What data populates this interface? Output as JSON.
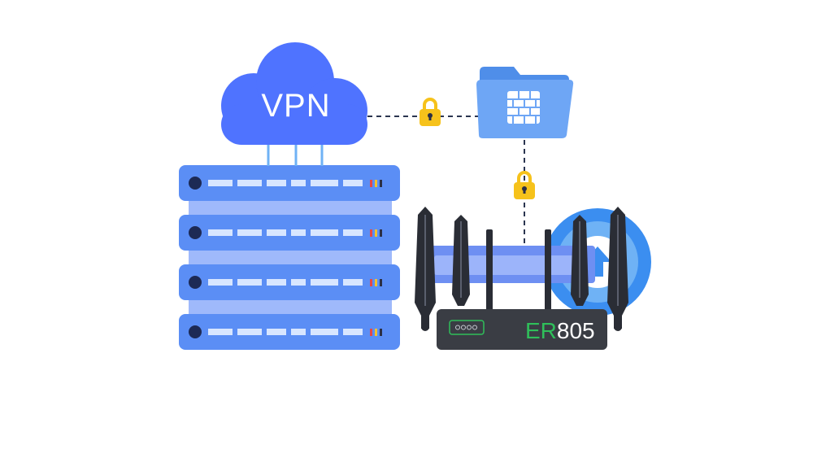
{
  "cloud": {
    "label": "VPN",
    "color": "#4f73ff"
  },
  "router": {
    "brand_prefix": "ER",
    "model_number": "805",
    "prefix_color": "#2fbf5a",
    "body_color": "#3a3d44",
    "antenna_color": "#2a2d35"
  },
  "server_stack": {
    "unit_count": 4,
    "unit_color": "#5b8ef5",
    "status_dot_colors": [
      "#e54848",
      "#f2c230",
      "#2b2f45"
    ]
  },
  "folder": {
    "icon": "firewall-folder-icon",
    "color": "#6ea6f5"
  },
  "locks": {
    "icon": "padlock-icon",
    "color": "#f6c21b"
  },
  "upload_badge": {
    "icon": "upload-arrow-icon",
    "color": "#3b8ef0"
  }
}
